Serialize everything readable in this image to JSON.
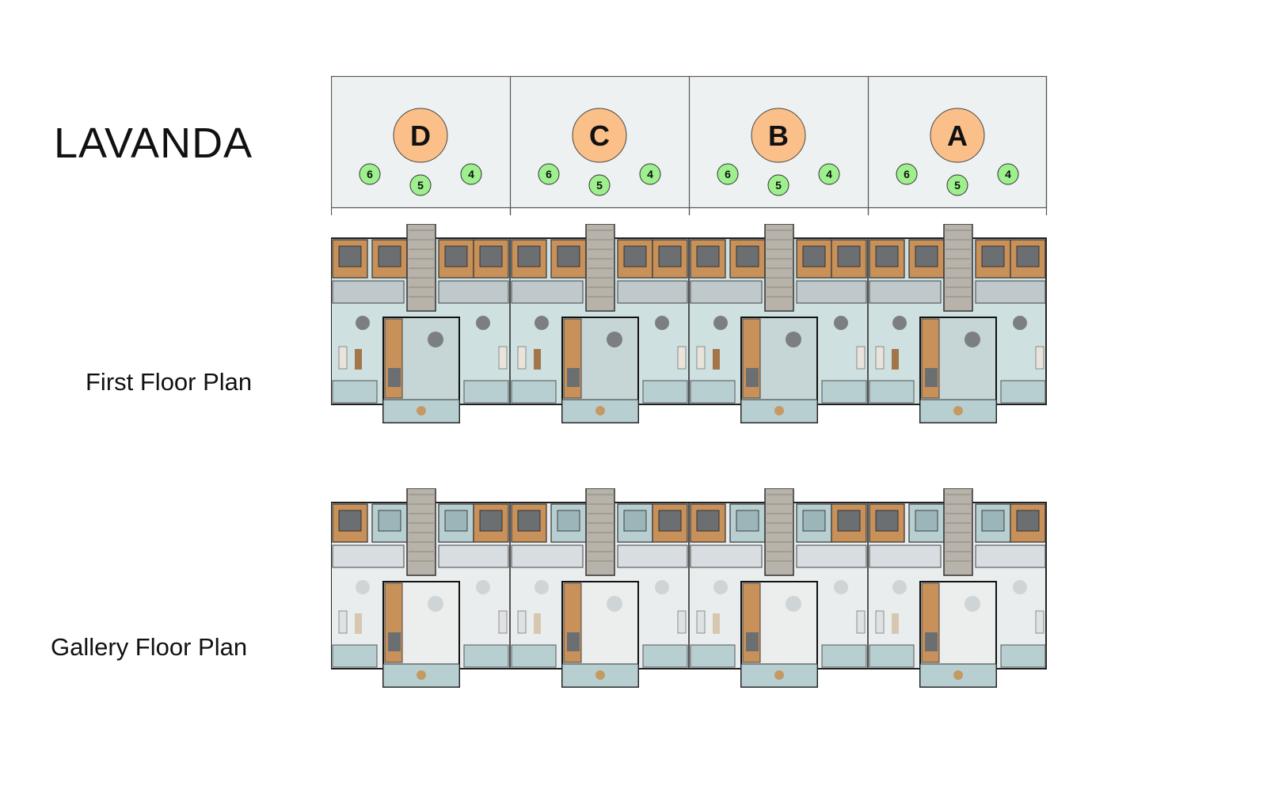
{
  "title": "LAVANDA",
  "labels": {
    "first_floor": "First Floor Plan",
    "gallery_floor": "Gallery Floor Plan"
  },
  "blocks": [
    {
      "letter": "D",
      "units": [
        "6",
        "5",
        "4"
      ]
    },
    {
      "letter": "C",
      "units": [
        "6",
        "5",
        "4"
      ]
    },
    {
      "letter": "B",
      "units": [
        "6",
        "5",
        "4"
      ]
    },
    {
      "letter": "A",
      "units": [
        "6",
        "5",
        "4"
      ]
    }
  ],
  "colors": {
    "block_badge": "#fbbf8a",
    "unit_badge": "#9ef08e",
    "panel_bg": "#eef1f2",
    "wood": "#c8915a",
    "tile": "#b8cfd2",
    "stair": "#b7b3aa"
  }
}
